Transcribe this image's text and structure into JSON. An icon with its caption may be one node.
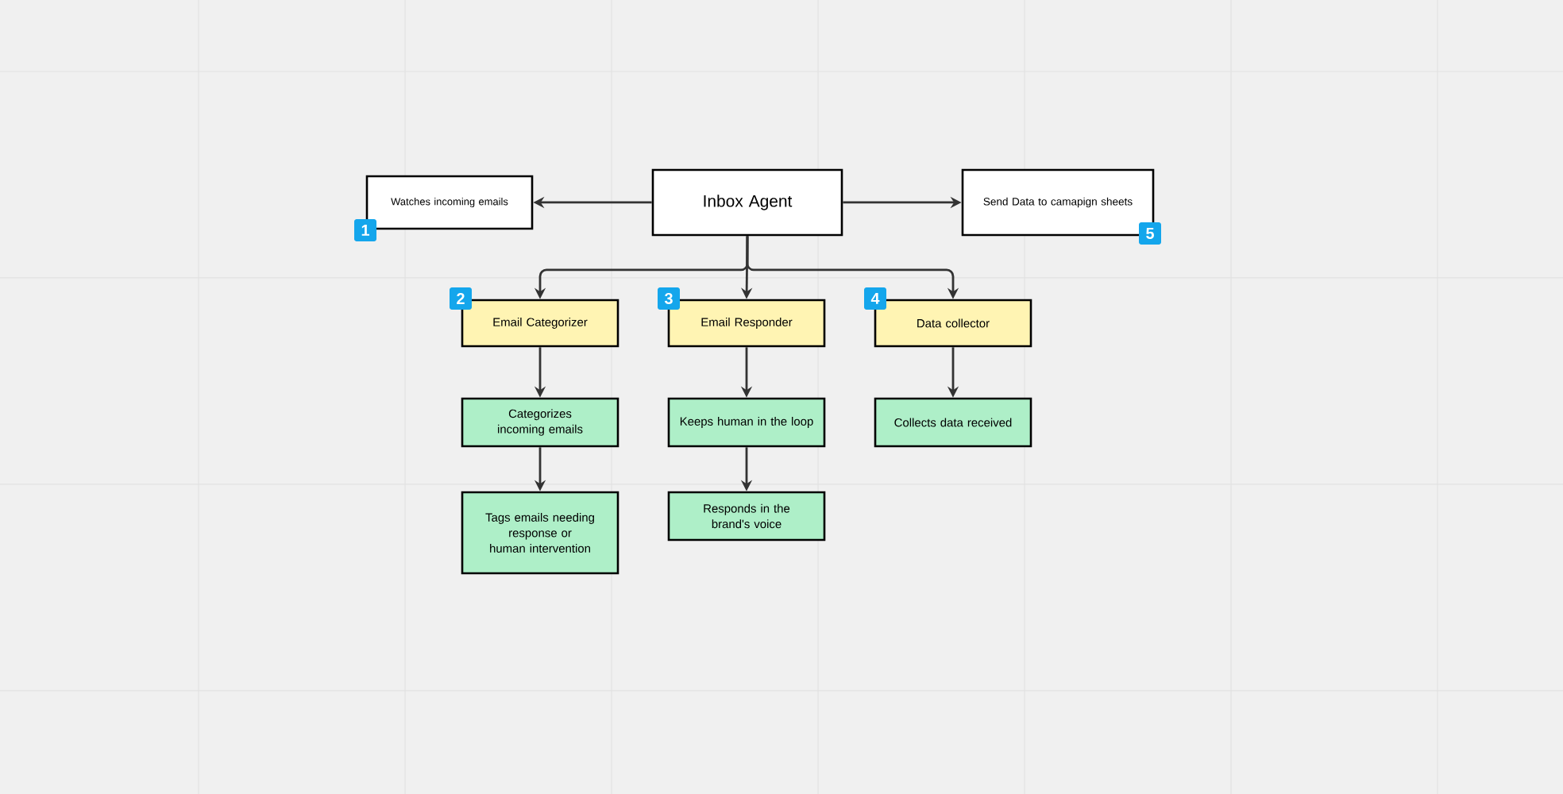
{
  "diagram": {
    "nodes": [
      {
        "text": [
          "Inbox Agent"
        ]
      },
      {
        "text": [
          "Watches incoming emails"
        ]
      },
      {
        "text": [
          "Send Data to camapign sheets"
        ]
      },
      {
        "text": [
          "Email Categorizer"
        ]
      },
      {
        "text": [
          "Email Responder"
        ]
      },
      {
        "text": [
          "Data collector"
        ]
      },
      {
        "text": [
          "Categorizes incoming emails"
        ]
      },
      {
        "text": [
          "Tags emails needing response or human intervention"
        ]
      },
      {
        "text": [
          "Keeps human in the loop"
        ]
      },
      {
        "text": [
          "Responds in the brand's voice"
        ]
      },
      {
        "text": [
          "Collects data received"
        ]
      }
    ],
    "edges": [
      {
        "from": 0,
        "to": 1,
        "arrow": "to"
      },
      {
        "from": 0,
        "to": 2,
        "arrow": "to"
      },
      {
        "from": 0,
        "to": 3,
        "arrow": "to"
      },
      {
        "from": 0,
        "to": 4,
        "arrow": "to"
      },
      {
        "from": 0,
        "to": 5,
        "arrow": "to"
      },
      {
        "from": 3,
        "to": 6,
        "arrow": "to"
      },
      {
        "from": 6,
        "to": 7,
        "arrow": "to"
      },
      {
        "from": 4,
        "to": 8,
        "arrow": "to"
      },
      {
        "from": 8,
        "to": 9,
        "arrow": "to"
      },
      {
        "from": 5,
        "to": 10,
        "arrow": "to"
      }
    ],
    "labels": [
      "1",
      "5",
      "2",
      "3",
      "4"
    ]
  }
}
